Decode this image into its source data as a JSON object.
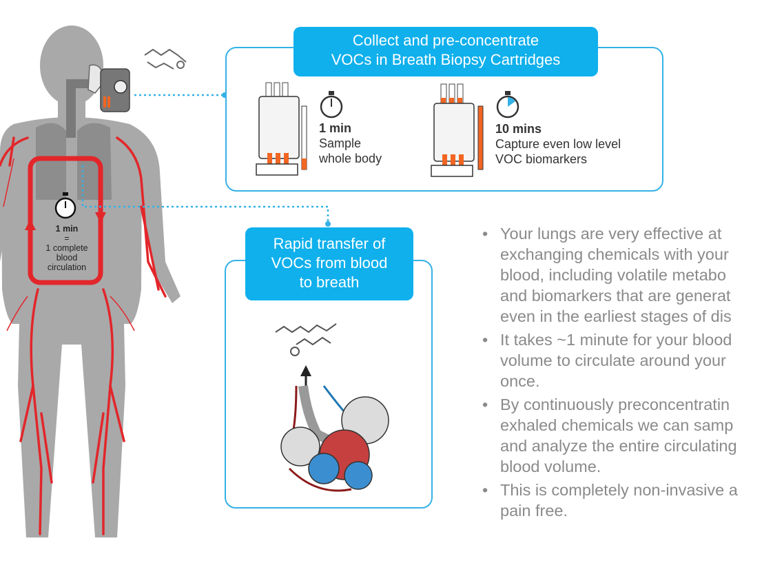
{
  "colors": {
    "accent": "#0fb0ec",
    "blood": "#e2262a",
    "body": "#a9a9a9",
    "orange": "#f26522",
    "text_gray": "#8a8a8a"
  },
  "collect_box": {
    "title_line1": "Collect and pre-concentrate",
    "title_line2": "VOCs in Breath Biopsy Cartridges",
    "left": {
      "time": "1 min",
      "line1": "Sample",
      "line2": "whole body"
    },
    "right": {
      "time": "10 mins",
      "line1": "Capture even low level",
      "line2": "VOC biomarkers"
    }
  },
  "transfer_box": {
    "title_line1": "Rapid transfer of",
    "title_line2": "VOCs from blood",
    "title_line3": "to breath"
  },
  "circulation": {
    "time": "1 min",
    "equals": "=",
    "line1": "1 complete",
    "line2": "blood",
    "line3": "circulation"
  },
  "bullets": [
    {
      "l1": "Your lungs are very effective at",
      "l2": "exchanging chemicals with your",
      "l3": "blood, including volatile metabo",
      "l4": "and biomarkers that are generat",
      "l5": "even in the earliest stages of dis"
    },
    {
      "l1": "It takes ~1 minute for your blood",
      "l2": "volume to circulate around your",
      "l3": "once."
    },
    {
      "l1": "By continuously preconcentratin",
      "l2": "exhaled chemicals we can samp",
      "l3": "and analyze the entire circulating",
      "l4": "blood volume."
    },
    {
      "l1": "This is completely non-invasive a",
      "l2": "pain free."
    }
  ],
  "icons": [
    "stopwatch-icon",
    "molecule-icon",
    "cartridge-icon",
    "alveoli-icon",
    "mask-icon"
  ]
}
